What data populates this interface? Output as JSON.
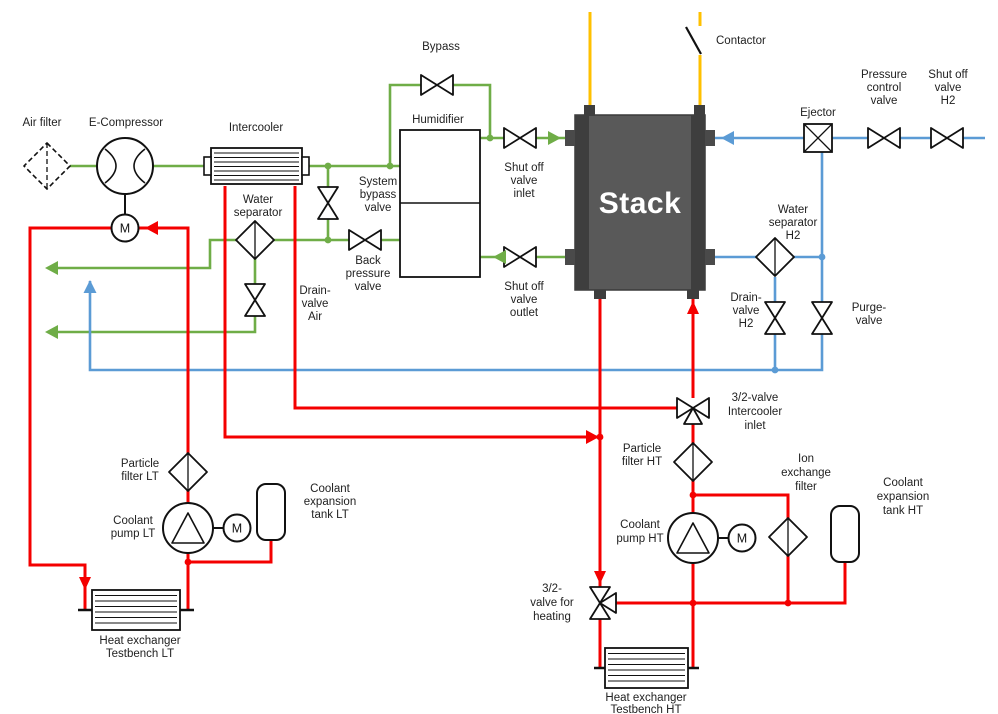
{
  "colors": {
    "air": "#6fad47",
    "hydrogen": "#5b9bd5",
    "coolant": "#f40000",
    "electric": "#ffc000",
    "stack_fill": "#595959"
  },
  "labels": {
    "air_filter": [
      "Air filter"
    ],
    "e_compressor": [
      "E-Compressor"
    ],
    "intercooler": [
      "Intercooler"
    ],
    "bypass": [
      "Bypass"
    ],
    "humidifier": [
      "Humidifier"
    ],
    "system_bypass_valve": [
      "System",
      "bypass",
      "valve"
    ],
    "back_pressure_valve": [
      "Back",
      "pressure",
      "valve"
    ],
    "water_separator": [
      "Water",
      "separator"
    ],
    "drain_valve_air": [
      "Drain-",
      "valve",
      "Air"
    ],
    "shut_off_valve_inlet": [
      "Shut off",
      "valve",
      "inlet"
    ],
    "shut_off_valve_outlet": [
      "Shut off",
      "valve",
      "outlet"
    ],
    "stack": [
      "Stack"
    ],
    "contactor": [
      "Contactor"
    ],
    "ejector": [
      "Ejector"
    ],
    "pressure_control_valve": [
      "Pressure",
      "control",
      "valve"
    ],
    "shut_off_valve_h2": [
      "Shut off",
      "valve",
      "H2"
    ],
    "water_separator_h2": [
      "Water",
      "separator",
      "H2"
    ],
    "drain_valve_h2": [
      "Drain-",
      "valve",
      "H2"
    ],
    "purge_valve": [
      "Purge-",
      "valve"
    ],
    "valve_32_intercooler": [
      "3/2-valve",
      "Intercooler",
      "inlet"
    ],
    "particle_filter_ht": [
      "Particle",
      "filter HT"
    ],
    "ion_exchange_filter": [
      "Ion",
      "exchange",
      "filter"
    ],
    "coolant_pump_ht": [
      "Coolant",
      "pump HT"
    ],
    "coolant_expansion_tank_ht": [
      "Coolant",
      "expansion",
      "tank HT"
    ],
    "valve_32_heating": [
      "3/2-",
      "valve for",
      "heating"
    ],
    "heat_exchanger_ht": [
      "Heat exchanger",
      "Testbench HT"
    ],
    "particle_filter_lt": [
      "Particle",
      "filter LT"
    ],
    "coolant_pump_lt": [
      "Coolant",
      "pump LT"
    ],
    "coolant_expansion_tank_lt": [
      "Coolant",
      "expansion",
      "tank LT"
    ],
    "heat_exchanger_lt": [
      "Heat exchanger",
      "Testbench LT"
    ],
    "motor": "M"
  }
}
